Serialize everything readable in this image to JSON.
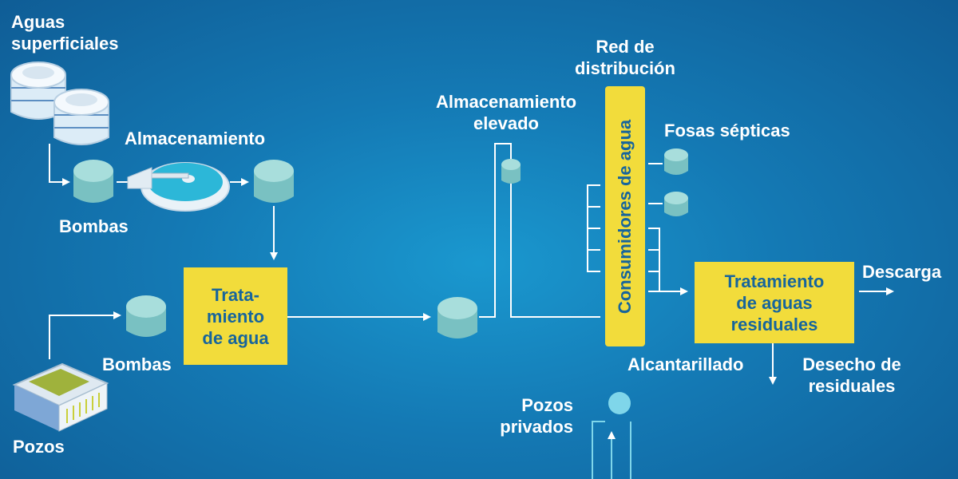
{
  "labels": {
    "aguas_superficiales": [
      "Aguas",
      "superficiales"
    ],
    "almacenamiento": "Almacenamiento",
    "bombas_top": "Bombas",
    "bombas_bottom": "Bombas",
    "pozos": "Pozos",
    "tratamiento_agua": [
      "Trata-",
      "miento",
      "de agua"
    ],
    "almacenamiento_elevado": [
      "Almacenamiento",
      "elevado"
    ],
    "red_distribucion": [
      "Red de",
      "distribución"
    ],
    "consumidores": "Consumidores de agua",
    "fosas_septicas": "Fosas sépticas",
    "tratamiento_residuales": [
      "Tratamiento",
      "de aguas",
      "residuales"
    ],
    "descarga": "Descarga",
    "alcantarillado": "Alcantarillado",
    "desecho_residuales": [
      "Desecho de",
      "residuales"
    ],
    "pozos_privados": [
      "Pozos",
      "privados"
    ]
  },
  "colors": {
    "background": "#1479b4",
    "label_box": "#f2dc3b",
    "label_box_text": "#17659c",
    "tank": "#8ed0cd",
    "connector": "#ffffff"
  }
}
